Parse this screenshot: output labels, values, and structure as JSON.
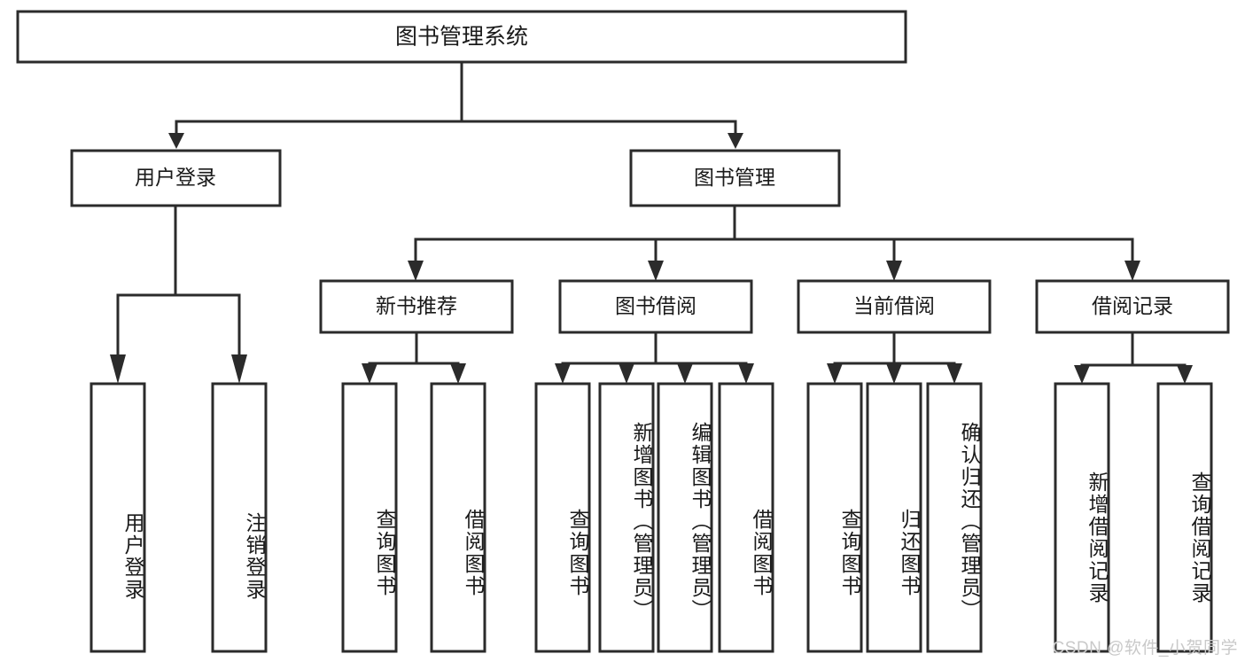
{
  "diagram": {
    "title": "图书管理系统",
    "root": {
      "label": "图书管理系统"
    },
    "level2": [
      {
        "label": "用户登录"
      },
      {
        "label": "图书管理"
      }
    ],
    "level3": [
      {
        "label": "新书推荐"
      },
      {
        "label": "图书借阅"
      },
      {
        "label": "当前借阅"
      },
      {
        "label": "借阅记录"
      }
    ],
    "leaves": {
      "user_login": [
        {
          "label": "用户登录"
        },
        {
          "label": "注销登录"
        }
      ],
      "new_book_recommend": [
        {
          "label": "查询图书"
        },
        {
          "label": "借阅图书"
        }
      ],
      "book_borrow": [
        {
          "label": "查询图书"
        },
        {
          "label": "新增图书（管理员）"
        },
        {
          "label": "编辑图书（管理员）"
        },
        {
          "label": "借阅图书"
        }
      ],
      "current_borrow": [
        {
          "label": "查询图书"
        },
        {
          "label": "归还图书"
        },
        {
          "label": "确认归还（管理员）"
        }
      ],
      "borrow_record": [
        {
          "label": "新增借阅记录"
        },
        {
          "label": "查询借阅记录"
        }
      ]
    },
    "watermark": "CSDN @软件_小贺同学",
    "colors": {
      "stroke": "#2b2b2b",
      "fill": "#ffffff",
      "text": "#1a1a1a",
      "watermark": "#c9c9c9"
    }
  }
}
